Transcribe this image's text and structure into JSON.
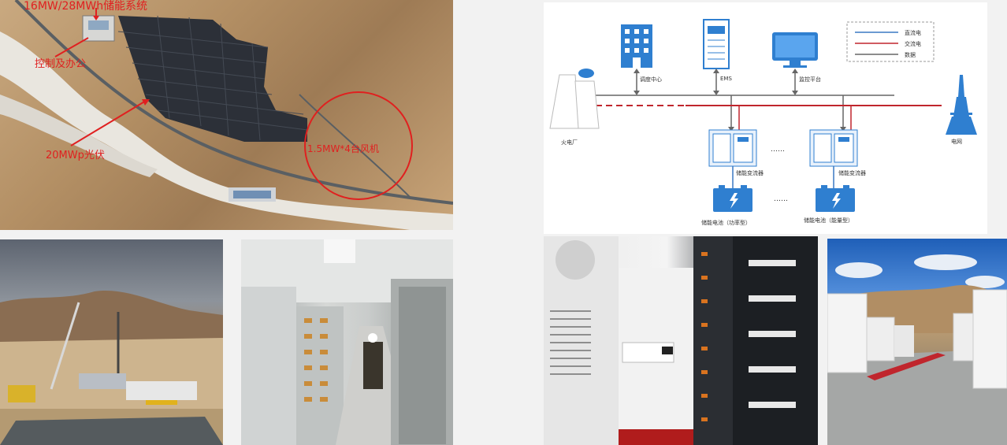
{
  "satellite": {
    "labels": {
      "storage": "16MW/28MWh储能系统",
      "office": "控制及办公",
      "pv": "20MWp光伏",
      "wind": "1.5MW*4台风机"
    }
  },
  "diagram": {
    "legend": {
      "dc": "直流电",
      "ac": "交流电",
      "data": "数据"
    },
    "colors": {
      "dc": "#3a78c3",
      "ac": "#c0262d",
      "data": "#666666",
      "equipment": "#2f7fd0"
    },
    "nodes": {
      "dispatch": "调度中心",
      "ems": "EMS",
      "monitor": "监控平台",
      "thermal_plant": "火电厂",
      "grid": "电网",
      "converter_1": "储能变流器",
      "converter_2": "储能变流器",
      "battery_power": "储能电池（功率型）",
      "battery_energy": "储能电池（能量型）",
      "ellipsis": "……"
    }
  },
  "photos": [
    {
      "name": "construction-site-photo"
    },
    {
      "name": "battery-room-photo"
    },
    {
      "name": "battery-cabinet-interior-photo"
    },
    {
      "name": "container-array-photo"
    }
  ]
}
